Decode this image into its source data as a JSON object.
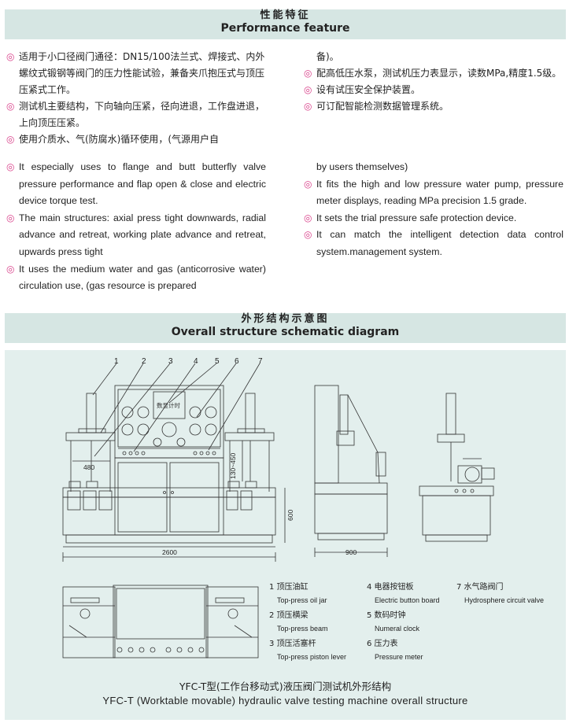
{
  "section1": {
    "title_zh": "性能特征",
    "title_en": "Performance feature"
  },
  "features_zh_left": [
    "适用于小口径阀门通径：DN15/100法兰式、焊接式、内外螺纹式锻钢等阀门的压力性能试验，兼备夹爪抱压式与顶压压紧式工作。",
    "测试机主要结构，下向轴向压紧，径向进退，工作盘进退，上向顶压压紧。",
    "使用介质水、气(防腐水)循环使用，(气源用户自"
  ],
  "features_zh_right": [
    "备)。",
    "配高低压水泵，测试机压力表显示，读数MPa,精度1.5级。",
    "设有试压安全保护装置。",
    "可订配智能检测数据管理系统。"
  ],
  "features_en_left": [
    "It especially uses to flange and butt butterfly valve pressure performance and flap open & close and electric device torque test.",
    "The main structures: axial press tight downwards, radial advance and retreat, working plate advance and retreat, upwards press tight",
    "It uses the medium water and gas (anticorrosive water) circulation use, (gas resource is prepared"
  ],
  "features_en_right": [
    "by users themselves)",
    "It fits the high and low pressure water pump, pressure meter displays, reading MPa precision 1.5 grade.",
    "It sets the trial pressure safe protection device.",
    "It can match the intelligent detection data control system.management system."
  ],
  "section2": {
    "title_zh": "外形结构示意图",
    "title_en": "Overall structure schematic diagram"
  },
  "callouts": [
    "1",
    "2",
    "3",
    "4",
    "5",
    "6",
    "7"
  ],
  "dimensions": {
    "d480": "480",
    "d130": "130~450",
    "d600": "600",
    "d2600": "2600",
    "d900": "900"
  },
  "display_text": "数显计时",
  "legend": [
    {
      "zh": "1 顶压油缸",
      "en": "Top-press oil jar"
    },
    {
      "zh": "2 顶压横梁",
      "en": "Top-press beam"
    },
    {
      "zh": "3 顶压活塞杆",
      "en": "Top-press piston lever"
    },
    {
      "zh": "4 电器按钮板",
      "en": "Electric button board"
    },
    {
      "zh": "5 数码时钟",
      "en": "Numeral clock"
    },
    {
      "zh": "6 压力表",
      "en": "Pressure meter"
    },
    {
      "zh": "7 水气路阀门",
      "en": "Hydrosphere circuit valve"
    }
  ],
  "caption_zh": "YFC-T型(工作台移动式)液压阀门测试机外形结构",
  "caption_en": "YFC-T (Worktable movable) hydraulic valve testing machine overall structure"
}
